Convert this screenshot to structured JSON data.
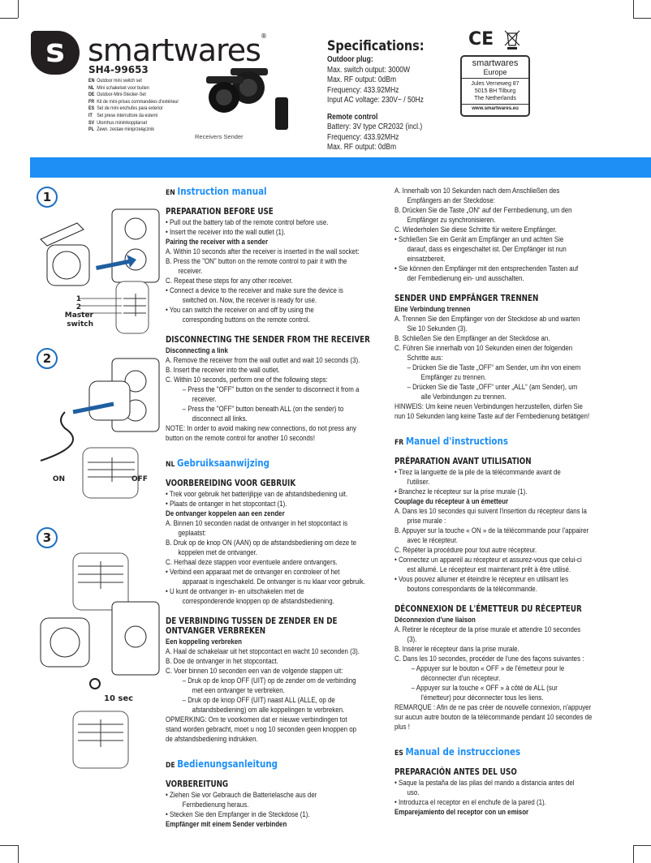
{
  "header": {
    "logo_letter": "s",
    "brand": "smartwares",
    "model": "SH4-99653",
    "languages": [
      {
        "code": "EN",
        "name": "Outdoor mini switch set"
      },
      {
        "code": "NL",
        "name": "Mini schakelset voor buiten"
      },
      {
        "code": "DE",
        "name": "Outdoor-Mini-Stecker-Set"
      },
      {
        "code": "FR",
        "name": "Kit de mini-prises commandées d'extérieur"
      },
      {
        "code": "ES",
        "name": "Set de mini enchufes para exterior"
      },
      {
        "code": "IT",
        "name": "Set prese interruttore da esterni"
      },
      {
        "code": "SV",
        "name": "Utomhus minimkopplarset"
      },
      {
        "code": "PL",
        "name": "Zewn. zestaw miniprzełącznik"
      }
    ],
    "product_caption": "Receivers  Sender"
  },
  "specs": {
    "title": "Specifications:",
    "plug_title": "Outdoor plug:",
    "plug": [
      "Max. switch output: 3000W",
      "Max. RF output: 0dBm",
      "Frequency: 433.92MHz",
      "Input AC voltage: 230V~ / 50Hz"
    ],
    "remote_title": "Remote control",
    "remote": [
      "Battery: 3V type CR2032 (incl.)",
      "Frequency: 433.92MHz",
      "Max. RF output: 0dBm"
    ]
  },
  "certification": {
    "ce": "CE",
    "brand": "smartwares",
    "region": "Europe",
    "address": [
      "Jules Verneweg 87",
      "5015 BH Tilburg",
      "The Netherlands"
    ],
    "website": "www.smartwares.eu"
  },
  "colors": {
    "accent": "#1e8ff5"
  },
  "figures": {
    "step1": "1",
    "step2": "2",
    "step3": "3",
    "label_1": "1",
    "label_2": "2",
    "label_master": "Master switch",
    "label_on": "ON",
    "label_off": "OFF",
    "label_10sec": "10 sec"
  },
  "columns": {
    "col2a": [
      [
        "lh",
        "EN",
        "Instruction manual"
      ],
      [
        "h",
        "PREPARATION BEFORE USE"
      ],
      [
        "p",
        "• Pull out the battery tab of the remote control before use."
      ],
      [
        "p",
        "• Insert the receiver into the wall outlet (1)."
      ],
      [
        "sh",
        "Pairing the receiver with a sender"
      ],
      [
        "p",
        "A. Within 10 seconds after the receiver is inserted in the wall socket:"
      ],
      [
        "p",
        "B. Press the \"ON\" button on the remote control to pair it with the"
      ],
      [
        "i1",
        "receiver."
      ],
      [
        "p",
        "C. Repeat these steps for any other receiver."
      ],
      [
        "p",
        "• Connect a device to the receiver and make sure the device is"
      ],
      [
        "i2",
        "switched on. Now, the receiver is ready for use."
      ],
      [
        "p",
        "• You can switch the receiver on and off by using the"
      ],
      [
        "i2",
        "corresponding buttons on the remote control."
      ],
      [
        "gap"
      ],
      [
        "h",
        "DISCONNECTING THE SENDER FROM THE RECEIVER"
      ],
      [
        "sh",
        "Disconnecting a link"
      ],
      [
        "p",
        "A. Remove the receiver from the wall outlet and wait 10 seconds (3)."
      ],
      [
        "p",
        "B. Insert the receiver into the wall outlet."
      ],
      [
        "p",
        "C. Within 10 seconds, perform one of the following steps:"
      ],
      [
        "i2",
        "– Press the \"OFF\" button on the sender to disconnect it from a"
      ],
      [
        "i3",
        "receiver."
      ],
      [
        "i2",
        "– Press the \"OFF\" button beneath ALL (on the sender) to"
      ],
      [
        "i3",
        "disconnect all links."
      ],
      [
        "p",
        "NOTE: In order to avoid making new connections, do not press any"
      ],
      [
        "p",
        "button on the remote control for another 10 seconds!"
      ]
    ],
    "col2b": [
      [
        "lh",
        "NL",
        "Gebruiksaanwijzing"
      ],
      [
        "h",
        "VOORBEREIDING VOOR GEBRUIK"
      ],
      [
        "p",
        "• Trek voor gebruik het batterijlipje van de afstandsbediening uit."
      ],
      [
        "p",
        "• Plaats de ontanger in het stopcontact (1)."
      ],
      [
        "sh",
        "De ontvanger koppelen aan een zender"
      ],
      [
        "p",
        "A. Binnen 10 seconden nadat de ontvanger in het stopcontact is"
      ],
      [
        "i1",
        "geplaatst:"
      ],
      [
        "p",
        "B. Druk op de knop ON (AAN) op de afstandsbediening om deze te"
      ],
      [
        "i1",
        "koppelen met de ontvanger."
      ],
      [
        "p",
        "C. Herhaal deze stappen voor eventuele andere ontvangers."
      ],
      [
        "p",
        "• Verbind een apparaat met de ontvanger en controleer of het"
      ],
      [
        "i2",
        "apparaat is ingeschakeld. De ontvanger is nu klaar voor gebruik."
      ],
      [
        "p",
        "• U kunt de ontvanger in- en uitschakelen met de"
      ],
      [
        "i2",
        "corresponderende knoppen op de afstandsbediening."
      ],
      [
        "gap"
      ],
      [
        "h",
        "DE VERBINDING TUSSEN DE ZENDER EN DE ONTVANGER VERBREKEN"
      ],
      [
        "sh",
        "Een koppeling verbreken"
      ],
      [
        "p",
        "A. Haal de schakelaar uit het stopcontact en wacht 10 seconden (3)."
      ],
      [
        "p",
        "B. Doe de ontvanger in het stopcontact."
      ],
      [
        "p",
        "C. Voer binnen 10 seconden een van de volgende stappen uit:"
      ],
      [
        "i2",
        "– Druk op de knop OFF (UIT) op de zender om de verbinding"
      ],
      [
        "i3",
        "met een ontvanger te verbreken."
      ],
      [
        "i2",
        "– Druk op de knop OFF (UIT) naast ALL (ALLE, op de"
      ],
      [
        "i3",
        "afstandsbediening) om alle koppelingen te verbreken."
      ],
      [
        "p",
        "OPMERKING: Om te voorkomen dat er nieuwe verbindingen tot"
      ],
      [
        "p",
        "stand worden gebracht, moet u nog 10 seconden geen knoppen op"
      ],
      [
        "p",
        "de afstandsbediening indrukken."
      ]
    ],
    "col2c": [
      [
        "lh",
        "DE",
        "Bedienungsanleitung"
      ],
      [
        "h",
        "VORBEREITUNG"
      ],
      [
        "p",
        "• Ziehen Sie vor Gebrauch die Batterielasche aus der"
      ],
      [
        "i2",
        "Fernbedienung heraus."
      ],
      [
        "p",
        "• Stecken Sie den Empfanger in die Steckdose (1)."
      ],
      [
        "sh",
        "Empfänger mit einem Sender verbinden"
      ]
    ],
    "col3a": [
      [
        "p",
        "A. Innerhalb von 10 Sekunden nach dem Anschließen des"
      ],
      [
        "i1",
        "Empfängers an der Steckdose:"
      ],
      [
        "p",
        "B. Drücken Sie die Taste „ON“ auf der Fernbedienung, um den"
      ],
      [
        "i1",
        "Empfänger zu synchronisieren."
      ],
      [
        "p",
        "C. Wiederholen Sie diese Schritte für weitere Empfänger."
      ],
      [
        "p",
        "• Schließen Sie ein Gerät am Empfänger an und achten Sie"
      ],
      [
        "i1",
        "darauf, dass es eingeschaltet ist. Der Empfänger ist nun"
      ],
      [
        "i1",
        "einsatzbereit."
      ],
      [
        "p",
        "• Sie können den Empfänger mit den entsprechenden Tasten auf"
      ],
      [
        "i1",
        "der Fernbedienung ein- und ausschalten."
      ],
      [
        "gap"
      ],
      [
        "h",
        "SENDER UND EMPFÄNGER TRENNEN"
      ],
      [
        "sh",
        "Eine Verbindung trennen"
      ],
      [
        "p",
        "A. Trennen Sie den Empfänger von der Steckdose ab und warten"
      ],
      [
        "i1",
        "Sie 10 Sekunden (3)."
      ],
      [
        "p",
        "B. Schließen Sie den Empfänger an der Steckdose an."
      ],
      [
        "p",
        "C. Führen Sie innerhalb von 10 Sekunden einen der folgenden"
      ],
      [
        "i1",
        "Schritte aus:"
      ],
      [
        "i1",
        "– Drücken Sie die Taste „OFF“ am Sender, um ihn von einem"
      ],
      [
        "i3",
        "Empfänger zu trennen."
      ],
      [
        "i1",
        "– Drücken Sie die Taste „OFF“ unter „ALL“ (am Sender), um"
      ],
      [
        "i3",
        "alle Verbindungen zu trennen."
      ],
      [
        "p",
        "HINWEIS: Um keine neuen Verbindungen herzustellen, dürfen Sie"
      ],
      [
        "p",
        "nun 10 Sekunden lang keine Taste auf der Fernbedienung betätigen!"
      ]
    ],
    "col3b": [
      [
        "lh",
        "FR",
        "Manuel d'instructions"
      ],
      [
        "h",
        "PRÉPARATION AVANT UTILISATION"
      ],
      [
        "p",
        "• Tirez la languette de la pile de la télécommande avant de"
      ],
      [
        "i1",
        "l'utiliser."
      ],
      [
        "p",
        "• Branchez le récepteur sur la prise murale (1)."
      ],
      [
        "sh",
        "Couplage du récepteur à un émetteur"
      ],
      [
        "p",
        "A. Dans les 10 secondes qui suivent l'insertion du récepteur dans la"
      ],
      [
        "i1",
        "prise murale :"
      ],
      [
        "p",
        "B. Appuyer sur la touche « ON » de la télécommande pour l'appairer"
      ],
      [
        "i1",
        "avec le récepteur."
      ],
      [
        "p",
        "C. Répéter la procédure pour tout autre récepteur."
      ],
      [
        "p",
        "• Connectez un appareil au récepteur et assurez-vous que celui-ci"
      ],
      [
        "i1",
        "est allumé. Le récepteur est maintenant prêt à être utilisé."
      ],
      [
        "p",
        "• Vous pouvez allumer et éteindre le récepteur en utilisant les"
      ],
      [
        "i1",
        "boutons correspondants de la télécommande."
      ],
      [
        "gap"
      ],
      [
        "h",
        "DÉCONNEXION DE L'ÉMETTEUR DU RÉCEPTEUR"
      ],
      [
        "sh",
        "Déconnexion d'une liaison"
      ],
      [
        "p",
        "A. Retirer le récepteur de la prise murale et attendre 10 secondes"
      ],
      [
        "i1",
        "(3)."
      ],
      [
        "p",
        "B. Insérer le récepteur dans la prise murale."
      ],
      [
        "p",
        "C. Dans les 10 secondes, procéder de l'une des façons suivantes :"
      ],
      [
        "i2",
        "– Appuyer sur le bouton « OFF » de l'émetteur pour le"
      ],
      [
        "i3",
        "déconnecter d'un récepteur."
      ],
      [
        "i2",
        "– Appuyer sur la touche « OFF » à côté de ALL (sur"
      ],
      [
        "i3",
        "l'émetteur) pour déconnecter tous les liens."
      ],
      [
        "p",
        "REMARQUE : Afin de ne pas créer de nouvelle connexion, n'appuyer"
      ],
      [
        "p",
        "sur aucun autre bouton de la télécommande pendant 10 secondes de"
      ],
      [
        "p",
        "plus !"
      ]
    ],
    "col3c": [
      [
        "lh",
        "ES",
        "Manual de instrucciones"
      ],
      [
        "h",
        "PREPARACIÓN ANTES DEL USO"
      ],
      [
        "p",
        "• Saque la pestaña de las pilas del mando a distancia antes del"
      ],
      [
        "i1",
        "uso."
      ],
      [
        "p",
        "• Introduzca el receptor en el enchufe de la pared (1)."
      ],
      [
        "sh",
        "Emparejamiento del receptor con un emisor"
      ]
    ]
  }
}
